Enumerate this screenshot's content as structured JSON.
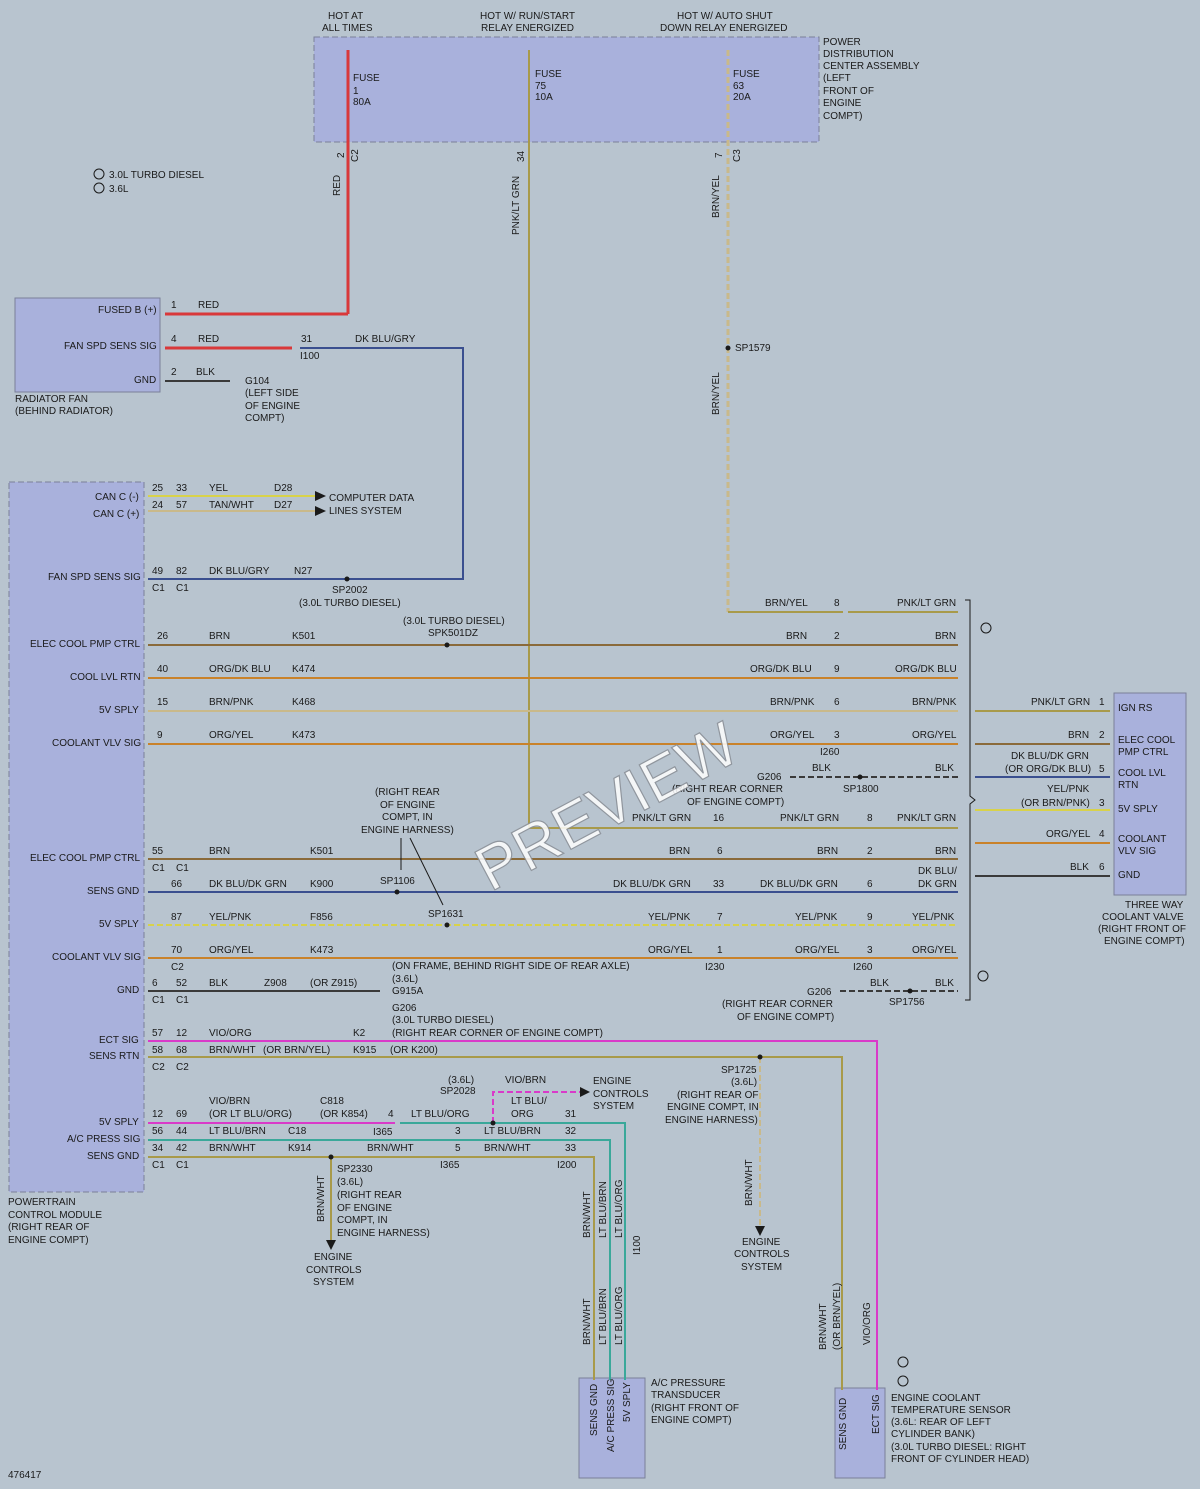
{
  "labels": {
    "hot_at_all_times": [
      "HOT AT",
      "ALL TIMES"
    ],
    "hot_run_start": [
      "HOT W/ RUN/START",
      "RELAY ENERGIZED"
    ],
    "hot_asd": [
      "HOT W/ AUTO SHUT",
      "DOWN RELAY ENERGIZED"
    ],
    "pdc": [
      "POWER",
      "DISTRIBUTION",
      "CENTER ASSEMBLY",
      "(LEFT",
      "FRONT OF",
      "ENGINE",
      "COMPT)"
    ],
    "fuse1": [
      "FUSE",
      "1",
      "80A"
    ],
    "fuse75": [
      "FUSE",
      "75",
      "10A"
    ],
    "fuse63": [
      "FUSE",
      "63",
      "20A"
    ],
    "legend1": "3.0L TURBO DIESEL",
    "legend2": "3.6L",
    "radiator_fan": [
      "RADIATOR FAN",
      "(BEHIND RADIATOR)"
    ],
    "fused_b": "FUSED B (+)",
    "fan_spd_sens_sig": "FAN SPD SENS SIG",
    "gnd": "GND",
    "g104": [
      "G104",
      "(LEFT SIDE",
      "OF ENGINE",
      "COMPT)"
    ],
    "pcm_pins": [
      "CAN C (-)",
      "CAN C (+)",
      "FAN SPD SENS SIG",
      "ELEC COOL PMP CTRL",
      "COOL LVL RTN",
      "5V SPLY",
      "COOLANT VLV SIG",
      "ELEC COOL PMP CTRL",
      "SENS GND",
      "5V SPLY",
      "COOLANT VLV SIG",
      "GND",
      "ECT SIG",
      "SENS RTN",
      "5V SPLY",
      "A/C PRESS SIG",
      "SENS GND"
    ],
    "pcm_name": [
      "POWERTRAIN",
      "CONTROL MODULE",
      "(RIGHT REAR OF",
      "ENGINE COMPT)"
    ],
    "computer_data": [
      "COMPUTER DATA",
      "LINES SYSTEM"
    ],
    "sp2002": [
      "SP2002",
      "(3.0L TURBO DIESEL)"
    ],
    "spk501dz": [
      "(3.0L TURBO DIESEL)",
      "SPK501DZ"
    ],
    "sp1579": "SP1579",
    "g206_top": "G206",
    "sp1800": "SP1800",
    "rrc_engine_top": [
      "(RIGHT REAR CORNER",
      "OF ENGINE COMPT)"
    ],
    "rr_engine_harness": [
      "(RIGHT REAR",
      "OF ENGINE",
      "COMPT, IN",
      "ENGINE HARNESS)"
    ],
    "sp1106": "SP1106",
    "sp1631": "SP1631",
    "on_frame": "(ON FRAME, BEHIND RIGHT SIDE OF REAR AXLE)",
    "g915a": [
      "(3.6L)",
      "G915A"
    ],
    "g206_mid": [
      "G206",
      "(3.0L TURBO DIESEL)",
      "(RIGHT REAR CORNER OF ENGINE COMPT)"
    ],
    "g206_right": "G206",
    "sp1756": "SP1756",
    "rrc_engine_bottom": [
      "(RIGHT REAR CORNER",
      "OF ENGINE COMPT)"
    ],
    "three_way_pins": [
      "IGN RS",
      "ELEC COOL",
      "PMP CTRL",
      "COOL LVL",
      "RTN",
      "5V SPLY",
      "COOLANT",
      "VLV SIG",
      "GND"
    ],
    "three_way_name": [
      "THREE WAY",
      "COOLANT VALVE",
      "(RIGHT FRONT OF",
      "ENGINE COMPT)"
    ],
    "sp2028": [
      "(3.6L)",
      "SP2028"
    ],
    "engine_controls": [
      "ENGINE",
      "CONTROLS",
      "SYSTEM"
    ],
    "sp1725": [
      "SP1725",
      "(3.6L)",
      "(RIGHT REAR OF",
      "ENGINE COMPT, IN",
      "ENGINE HARNESS)"
    ],
    "sp2330": [
      "SP2330",
      "(3.6L)",
      "(RIGHT REAR",
      "OF ENGINE",
      "COMPT, IN",
      "ENGINE HARNESS)"
    ],
    "ac_transducer": [
      "A/C PRESSURE",
      "TRANSDUCER",
      "(RIGHT FRONT OF",
      "ENGINE COMPT)"
    ],
    "ac_pins": [
      "SENS GND",
      "A/C PRESS SIG",
      "5V SPLY"
    ],
    "ect_sensor": [
      "ENGINE COOLANT",
      "TEMPERATURE SENSOR",
      "(3.6L: REAR OF LEFT",
      "CYLINDER BANK)",
      "(3.0L TURBO DIESEL: RIGHT",
      "FRONT OF CYLINDER HEAD)"
    ],
    "ect_pins": [
      "SENS GND",
      "ECT SIG"
    ],
    "doc_number": "476417",
    "watermark": "PREVIEW"
  },
  "colors": {
    "red": "#d9383a",
    "blue": "#3a4f8f",
    "yellow": "#d8d24a",
    "tan": "#c9b98a",
    "brown": "#8a6a3a",
    "orange": "#c9822a",
    "blk": "#3a3a3a",
    "pink": "#d93ac9",
    "teal": "#3aa89a",
    "olive": "#a89a4a",
    "component_fill": "#a9b1dc"
  }
}
